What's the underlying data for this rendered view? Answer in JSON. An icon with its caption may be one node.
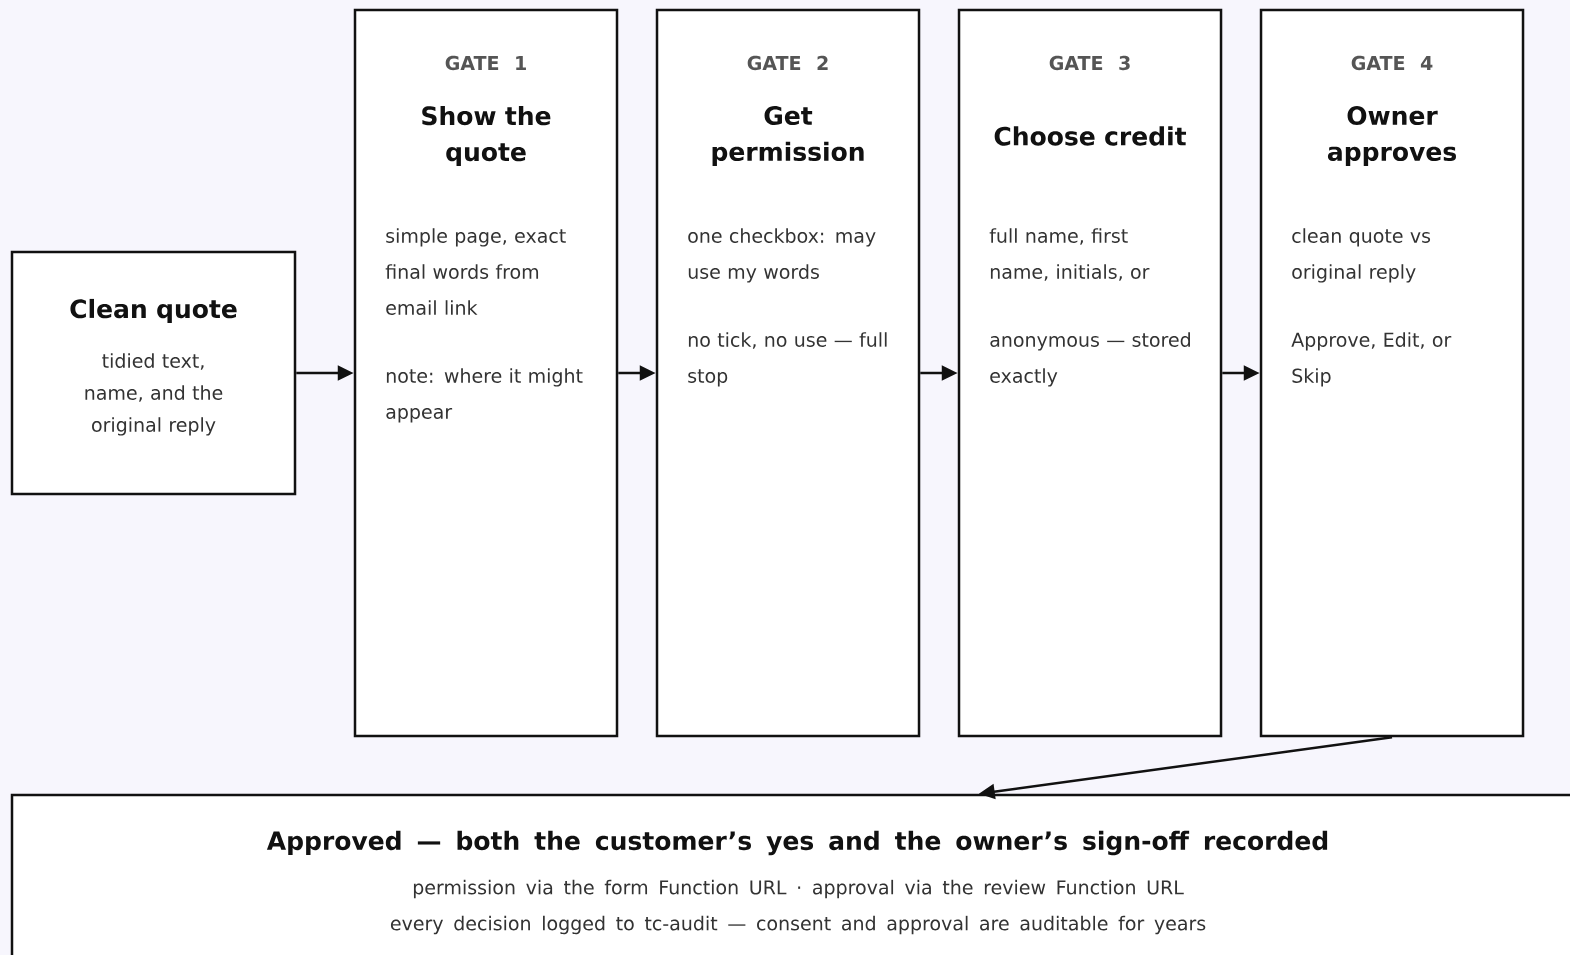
{
  "diagram": {
    "nodes": [
      {
        "text": [
          "Clean quote",
          "tidied text, name, and the original reply"
        ]
      },
      {
        "text": [
          "GATE 1",
          "Show the quote",
          "simple page, exact final words from email link",
          "note: where it might appear"
        ]
      },
      {
        "text": [
          "GATE 2",
          "Get permission",
          "one checkbox: may use my words",
          "no tick, no use — full stop"
        ]
      },
      {
        "text": [
          "GATE 3",
          "Choose credit",
          "full name, first name, initials, or",
          "anonymous — stored exactly"
        ]
      },
      {
        "text": [
          "GATE 4",
          "Owner approves",
          "clean quote vs original reply",
          "Approve, Edit, or Skip"
        ]
      },
      {
        "text": [
          "Approved — both the customer’s yes and the owner’s sign-off recorded",
          "permission via the form Function URL · approval via the review Function URL",
          "every decision logged to tc-audit — consent and approval are auditable for years"
        ]
      }
    ],
    "edges": [
      {
        "from": 0,
        "to": 1,
        "arrow": "to"
      },
      {
        "from": 1,
        "to": 2,
        "arrow": "to"
      },
      {
        "from": 2,
        "to": 3,
        "arrow": "to"
      },
      {
        "from": 3,
        "to": 4,
        "arrow": "to"
      },
      {
        "from": 4,
        "to": 5,
        "arrow": "to"
      }
    ]
  }
}
